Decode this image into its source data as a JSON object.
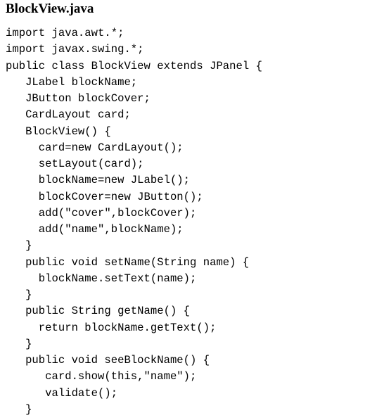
{
  "document": {
    "title": "BlockView.java",
    "code_lines": [
      "import java.awt.*;",
      "import javax.swing.*;",
      "public class BlockView extends JPanel {",
      "   JLabel blockName;",
      "   JButton blockCover;",
      "   CardLayout card;",
      "   BlockView() {",
      "     card=new CardLayout();",
      "     setLayout(card);",
      "     blockName=new JLabel();",
      "     blockCover=new JButton();",
      "     add(\"cover\",blockCover);",
      "     add(\"name\",blockName);",
      "   }",
      "   public void setName(String name) {",
      "     blockName.setText(name);",
      "   }",
      "   public String getName() {",
      "     return blockName.getText();",
      "   }",
      "   public void seeBlockName() {",
      "      card.show(this,\"name\");",
      "      validate();",
      "   }"
    ]
  }
}
